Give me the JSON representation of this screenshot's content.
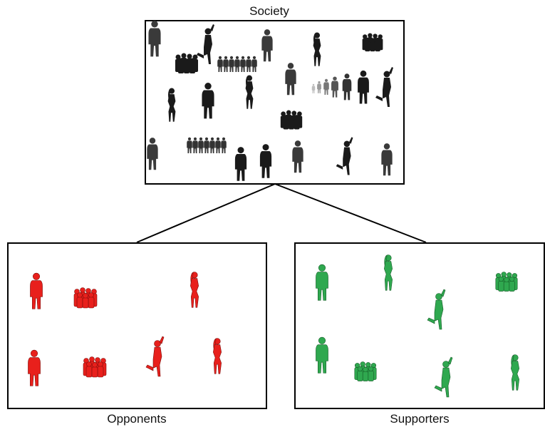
{
  "society": {
    "title": "Society",
    "figure_color": "#1a1a1a"
  },
  "opponents": {
    "title": "Opponents",
    "figure_color": "#e8201c"
  },
  "supporters": {
    "title": "Supporters",
    "figure_color": "#2fa84f"
  },
  "figure_types": [
    "man",
    "woman",
    "dancer",
    "crowd",
    "line-of-men",
    "gradient-line"
  ]
}
